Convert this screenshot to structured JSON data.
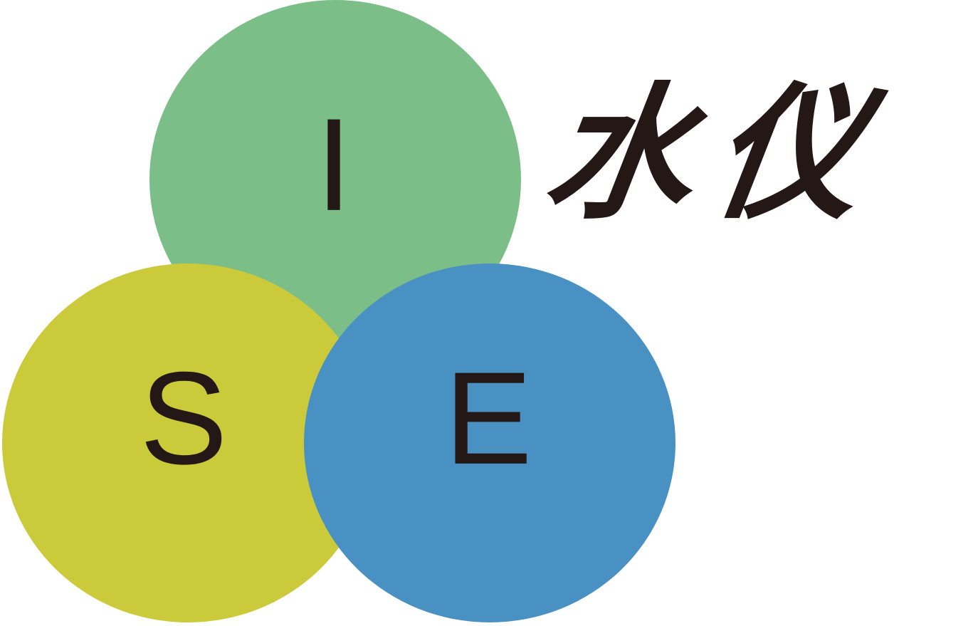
{
  "logo": {
    "circles": [
      {
        "letter": "I",
        "color": "#7BBE87"
      },
      {
        "letter": "S",
        "color": "#CACA3A"
      },
      {
        "letter": "E",
        "color": "#4A91C3"
      }
    ],
    "letter_color": "#231815",
    "calligraphy": "水仪"
  }
}
